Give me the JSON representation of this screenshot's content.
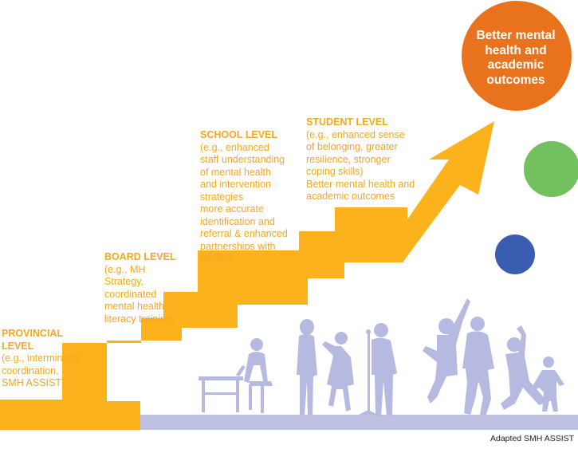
{
  "colors": {
    "arrow": "#FBB21C",
    "floor": "#BFC1E3",
    "silhouette": "#B7BAE0",
    "outcome_circle": "#E8731C",
    "green_circle": "#72C05F",
    "blue_circle": "#3B5DB1",
    "level_text": "#F3A81F"
  },
  "levels": [
    {
      "title": "PROVINCIAL\nLEVEL",
      "body": "(e.g., interministry\ncoordination,\nSMH ASSIST)"
    },
    {
      "title": "BOARD LEVEL",
      "body": "(e.g., MH\nStrategy,\ncoordinated\nmental health\nliteracy training)"
    },
    {
      "title": "SCHOOL LEVEL",
      "body": "(e.g., enhanced\nstaff understanding\nof mental health\nand intervention\nstrategies\nmore accurate\nidentification and\nreferral & enhanced\npartnerships with\nfamilies"
    },
    {
      "title": "STUDENT LEVEL",
      "body": "(e.g., enhanced sense\nof belonging, greater\nresilience, stronger\ncoping skills)\nBetter mental health and\nacademic outcomes"
    }
  ],
  "outcome": {
    "label": "Better mental\nhealth and\nacademic\noutcomes"
  },
  "credit": "Adapted SMH ASSIST"
}
